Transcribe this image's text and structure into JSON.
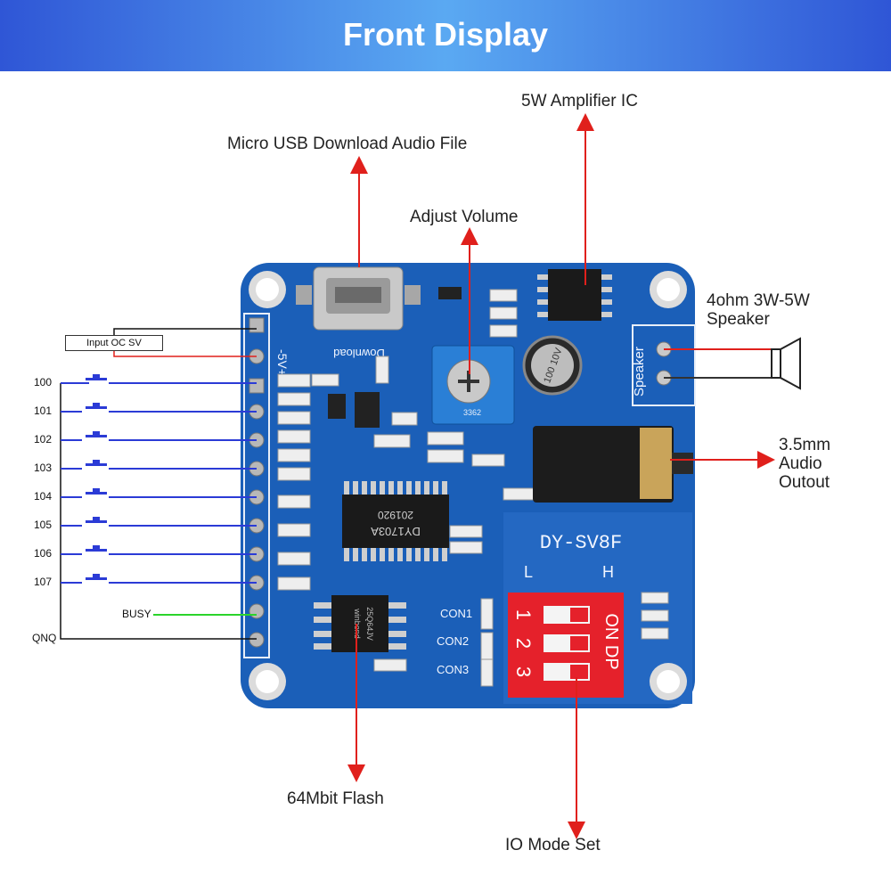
{
  "header": {
    "title": "Front Display"
  },
  "callouts": {
    "usb": "Micro USB Download Audio File",
    "amp": "5W Amplifier IC",
    "volume": "Adjust Volume",
    "speaker_line1": "4ohm 3W-5W",
    "speaker_line2": "Speaker",
    "audio_line1": "3.5mm",
    "audio_line2": "Audio",
    "audio_line3": "Outout",
    "flash": "64Mbit Flash",
    "mode": "IO Mode Set"
  },
  "left_pins": {
    "input_box": "Input OC SV",
    "buttons": [
      "100",
      "101",
      "102",
      "103",
      "104",
      "105",
      "106",
      "107"
    ],
    "busy": "BUSY",
    "gnd": "QNQ"
  },
  "board": {
    "model": "DY-SV8F",
    "chip_line1": "201920",
    "chip_line2": "DY1703A",
    "flash_chip_line1": "winbond",
    "flash_chip_line2": "25Q64JV",
    "download_label": "Download",
    "power_label": "-5V+",
    "speaker_label": "Speaker",
    "con_labels": [
      "CON1",
      "CON2",
      "CON3"
    ],
    "dip_left": "L",
    "dip_right": "H",
    "dip_numbers": [
      "1",
      "2",
      "3"
    ],
    "dip_on_text": "ON DP",
    "pot_text": "3362",
    "cap_text": "100 10V"
  },
  "colors": {
    "pcb": "#1b5fb8",
    "arrow": "#e0201c",
    "button_wire": "#2b3bd6",
    "busy_wire": "#2bd42b",
    "dip": "#e5212b"
  }
}
